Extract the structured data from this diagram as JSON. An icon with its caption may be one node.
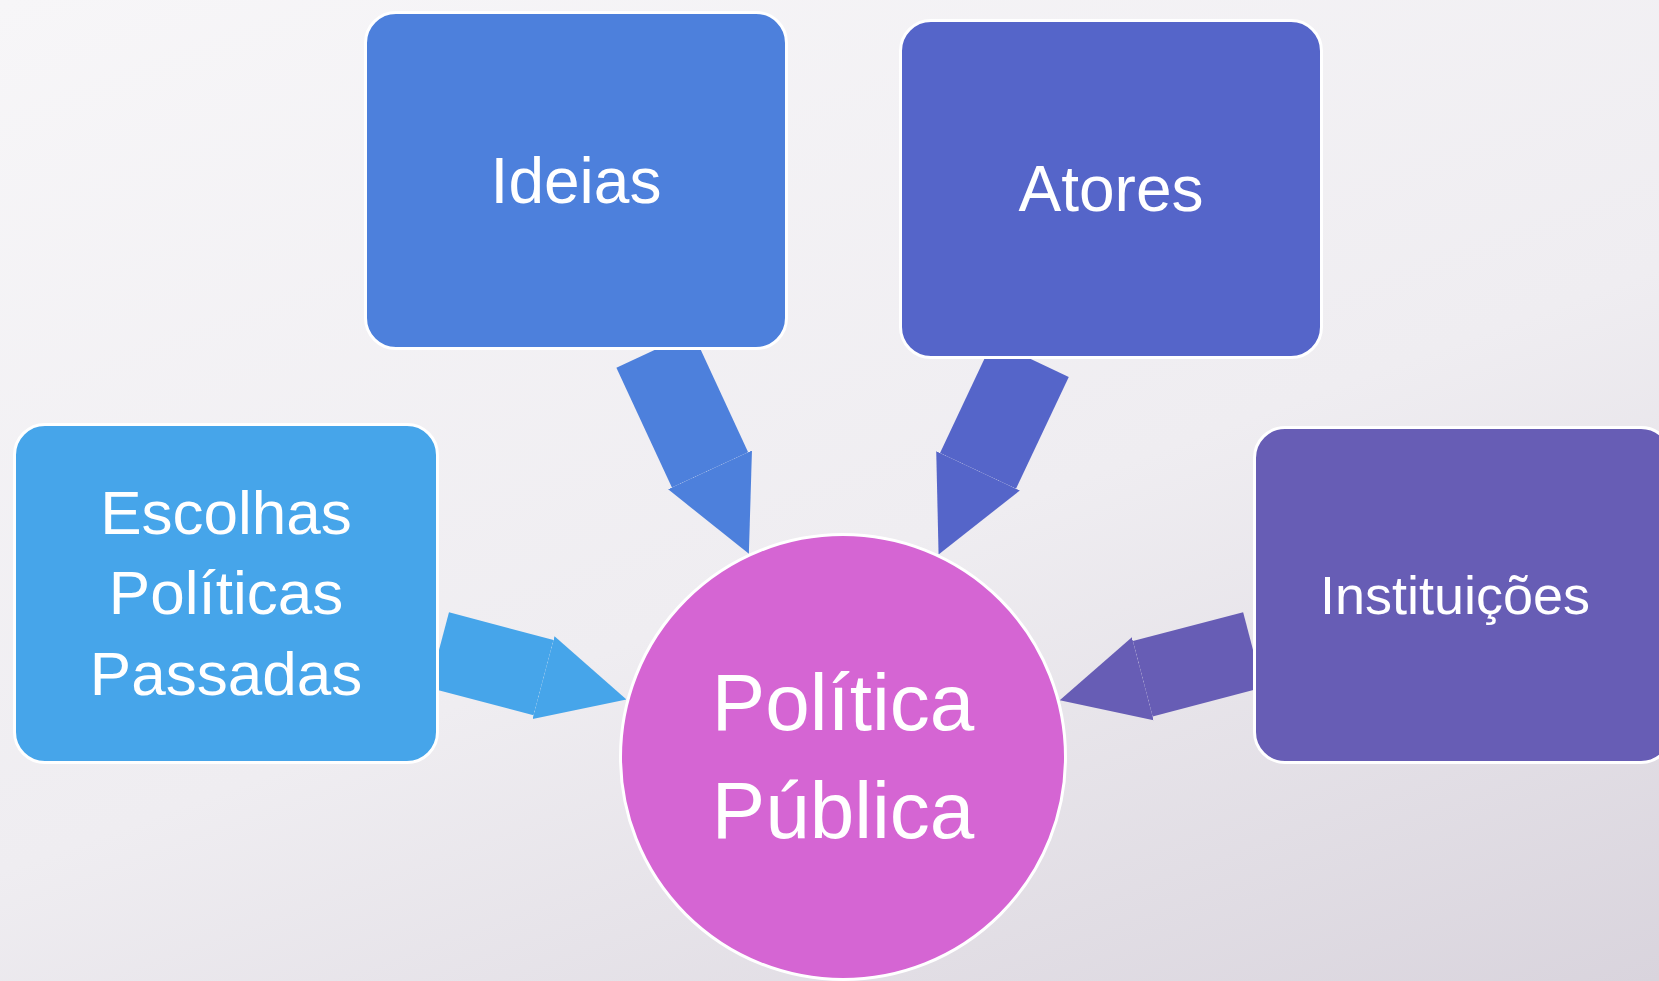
{
  "diagram": {
    "nodes": [
      {
        "text": [
          "Ideias"
        ]
      },
      {
        "text": [
          "Atores"
        ]
      },
      {
        "text": [
          "Escolhas Políticas Passadas"
        ]
      },
      {
        "text": [
          "Instituições"
        ]
      },
      {
        "text": [
          "Política Pública"
        ]
      }
    ],
    "edges": [
      {
        "from": 0,
        "to": 4,
        "arrow": "to"
      },
      {
        "from": 1,
        "to": 4,
        "arrow": "to"
      },
      {
        "from": 2,
        "to": 4,
        "arrow": "to"
      },
      {
        "from": 3,
        "to": 4,
        "arrow": "to"
      }
    ]
  }
}
